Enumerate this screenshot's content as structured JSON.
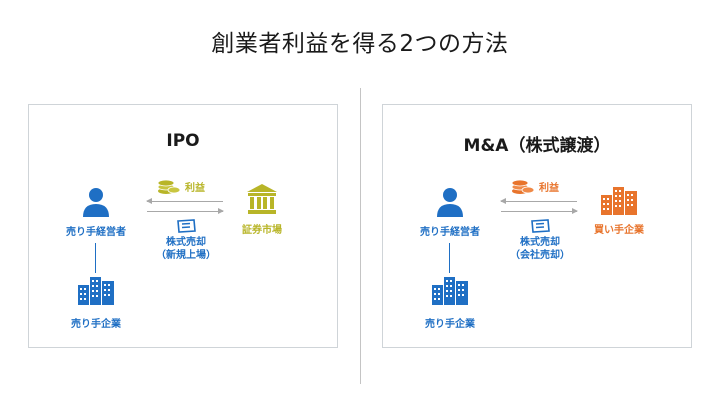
{
  "title": "創業者利益を得る2つの方法",
  "ipo": {
    "heading": "IPO",
    "seller_manager": "売り手経営者",
    "seller_company": "売り手企業",
    "counterparty": "証券市場",
    "profit_label": "利益",
    "sale_label_1": "株式売却",
    "sale_label_2": "（新規上場）"
  },
  "ma": {
    "heading": "M&A（株式譲渡）",
    "seller_manager": "売り手経営者",
    "seller_company": "売り手企業",
    "counterparty": "買い手企業",
    "profit_label": "利益",
    "sale_label_1": "株式売却",
    "sale_label_2": "（会社売却）"
  },
  "colors": {
    "blue": "#1f6fc4",
    "gold": "#b8b528",
    "orange": "#e8742c",
    "arrow": "#a8a8a8"
  }
}
